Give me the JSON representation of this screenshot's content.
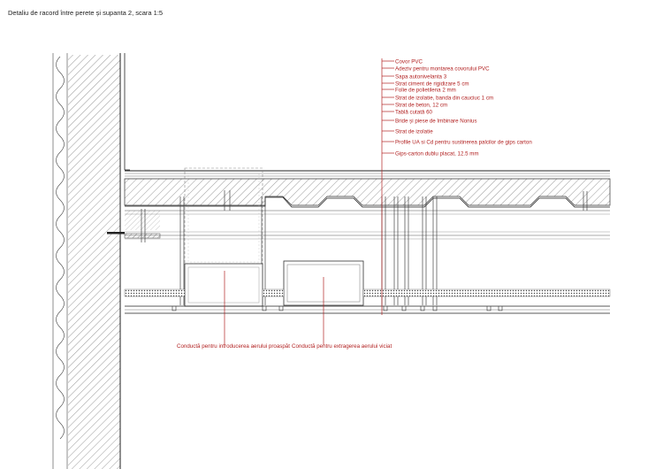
{
  "title": "Detaliu de racord între perete și supanta 2, scara 1:5",
  "layers": [
    "Covor PVC",
    "Adeziv pentru montarea covorului PVC",
    "Sapa autonivelanta 3",
    "Strat ciment de rigidizare 5 cm",
    "Folie de polietilena 2 mm",
    "Strat de izolatie, banda din cauciuc 1 cm",
    "Strat de beton, 12 cm",
    "Tablă cutată 60",
    "Bride și piese de îmbinare Nonius",
    "Strat de izolatie",
    "Profile UA si Cd pentru sustinerea palcilor de gips carton",
    "Gips-carton dublu placat, 12.5 mm"
  ],
  "ducts": {
    "fresh_air": "Conductă pentru introducerea aerului proaspăt",
    "exhaust": "Conductă pentru extragerea aerului viciat"
  },
  "colors": {
    "annotation": "#b22222",
    "line": "#333333",
    "light_line": "#999999"
  }
}
